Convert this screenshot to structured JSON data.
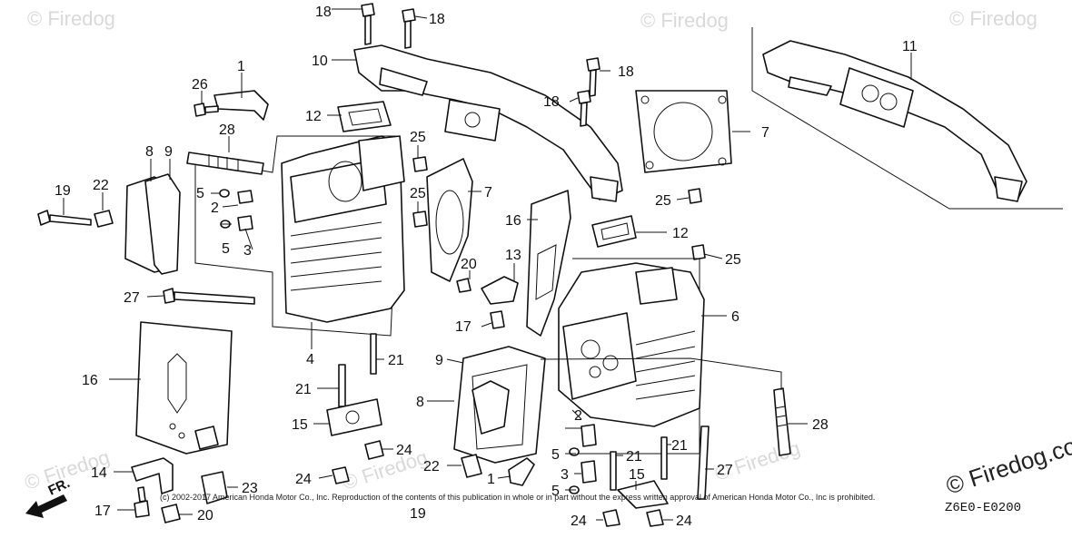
{
  "diagram": {
    "code": "Z6E0-E0200",
    "copyright": "(c) 2002-2017 American Honda Motor Co., Inc. Reproduction of the contents of this publication in whole or in part without the express written approval of American Honda Motor Co., Inc is prohibited.",
    "watermark_main": "© Firedog.com",
    "watermark_faint": "© Firedog",
    "front_marker": "FR.",
    "callouts": [
      "1",
      "2",
      "3",
      "4",
      "5",
      "6",
      "7",
      "8",
      "9",
      "10",
      "11",
      "12",
      "13",
      "14",
      "15",
      "16",
      "17",
      "18",
      "19",
      "20",
      "21",
      "22",
      "23",
      "24",
      "25",
      "26",
      "27",
      "28"
    ]
  }
}
